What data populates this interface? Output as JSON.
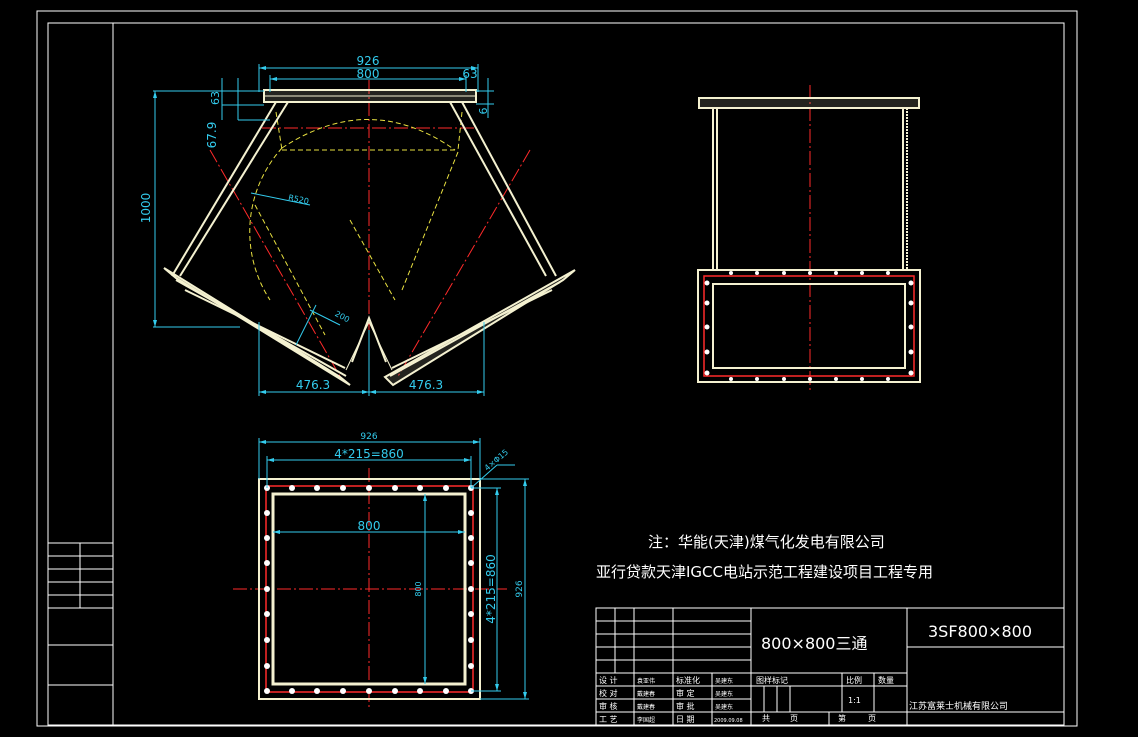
{
  "colors": {
    "background": "#000000",
    "border": "#ffffff",
    "part": "#f4f1d0",
    "dimension": "#33ccee",
    "centerline": "#ff2a2a",
    "hidden": "#e8e040"
  },
  "side_view": {
    "dim_top_total": "926",
    "dim_top_inner": "800",
    "dim_top_right": "63",
    "dim_left_small": "63",
    "dim_left_mid": "67.9",
    "dim_right_small": "6",
    "dim_height": "1000",
    "radius_label": "R520",
    "dim_crotch": "200",
    "dim_bottom_left": "476.3",
    "dim_bottom_right": "476.3"
  },
  "flange_view": {
    "dim_total_top": "926",
    "dim_bolt_top": "4*215=860",
    "hole_note": "4×Φ15",
    "dim_inner_horizontal": "800",
    "dim_inner_vertical": "800",
    "dim_bolt_right": "4*215=860",
    "dim_total_right": "926"
  },
  "notes": {
    "line1": "注：华能(天津)煤气化发电有限公司",
    "line2": "亚行贷款天津IGCC电站示范工程建设项目工程专用"
  },
  "title_block": {
    "part_name": "800×800三通",
    "drawing_no": "3SF800×800",
    "company": "江苏富莱士机械有限公司",
    "stage_mark_label": "图样标记",
    "ratio_label": "比例",
    "quantity_label": "数量",
    "ratio_value": "1:1",
    "sheet_total_label": "共",
    "sheet_unit": "页",
    "sheet_no_label": "第",
    "sheet_no_unit": "页",
    "sign_rows": [
      {
        "role": "设 计",
        "name": "袁亚伟",
        "role2": "标准化",
        "name2": "吴建东"
      },
      {
        "role": "校 对",
        "name": "戴建春",
        "role2": "审 定",
        "name2": "吴建东"
      },
      {
        "role": "审 核",
        "name": "戴建春",
        "role2": "审 批",
        "name2": "吴建东"
      },
      {
        "role": "工 艺",
        "name": "李国超",
        "role2": "日 期",
        "name2": "2009.09.08"
      }
    ]
  }
}
